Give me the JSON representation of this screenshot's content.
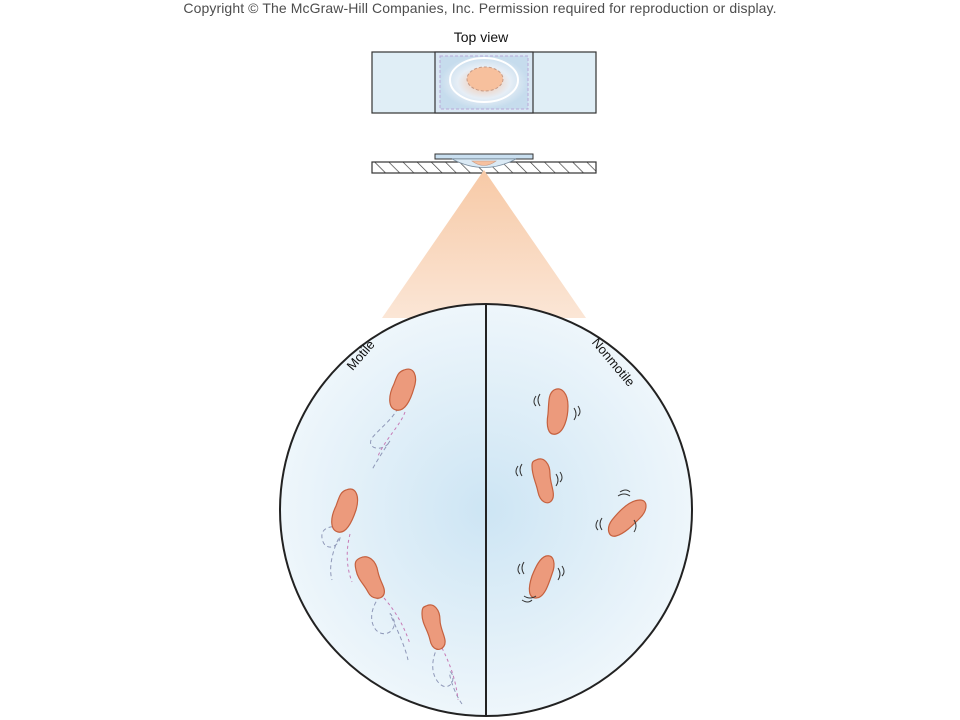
{
  "header": {
    "copyright": "Copyright © The McGraw-Hill Companies, Inc. Permission required for reproduction or display."
  },
  "figure": {
    "top_view_label": "Top view",
    "left_label": "Motile",
    "right_label": "Nonmotile"
  },
  "colors": {
    "slide_fill": "#dcebf3",
    "coverslip_fill": "#c9dff0",
    "drop_fill": "#f6c6a8",
    "cone_fill": "#f9d5b9",
    "field_center": "#cfe6f4",
    "field_edge": "#e9f4fa",
    "cell_fill": "#ec9a7c",
    "cell_stroke": "#c5613f",
    "trail_color": "#9a7fb8"
  }
}
